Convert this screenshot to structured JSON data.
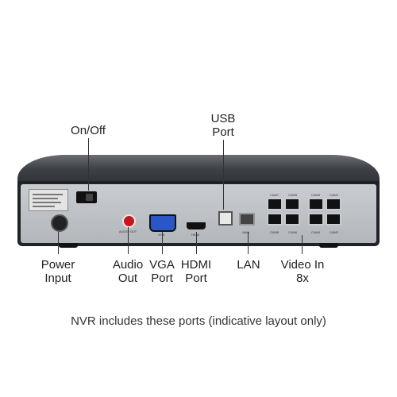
{
  "labels": {
    "usb_port": [
      "USB",
      "Port"
    ],
    "on_off": "On/Off",
    "power_input": [
      "Power",
      "Input"
    ],
    "audio_out": [
      "Audio",
      "Out"
    ],
    "vga_port": [
      "VGA",
      "Port"
    ],
    "hdmi_port": [
      "HDMI",
      "Port"
    ],
    "lan": "LAN",
    "video_in": [
      "Video In",
      "8x"
    ]
  },
  "caption": "NVR includes these ports (indicative layout only)",
  "panel_marks": {
    "audio_out": "AUDIO OUT",
    "vga": "VGA",
    "hdmi": "HDMI",
    "wan": "WAN",
    "cam_top": [
      "CAM7",
      "CAM5",
      "CAM3",
      "CAM1"
    ],
    "cam_bottom": [
      "CAM8",
      "CAM6",
      "CAM4",
      "CAM2"
    ]
  },
  "colors": {
    "audio_jack": "#c4161c",
    "vga_connector": "#2a56c6",
    "chassis": "#1f2226",
    "panel": "#bfc2c6"
  }
}
